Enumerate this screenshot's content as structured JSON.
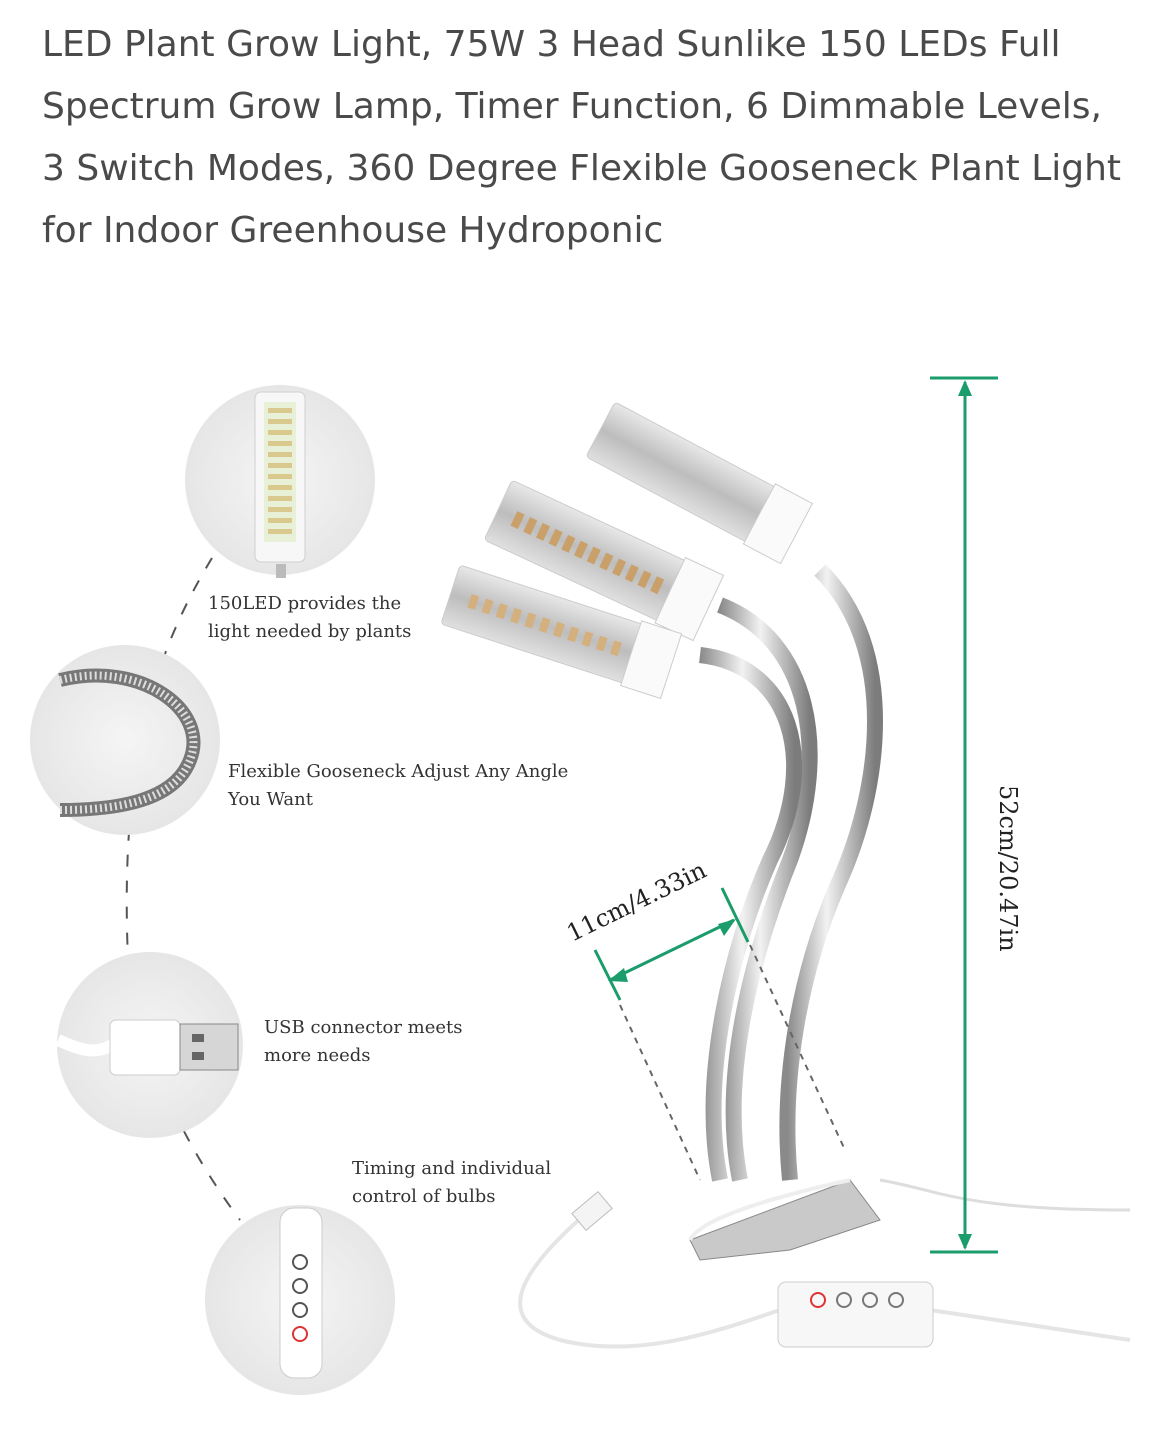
{
  "product": {
    "title": "LED Plant Grow Light, 75W 3 Head Sunlike 150 LEDs Full Spectrum Grow Lamp, Timer Function, 6 Dimmable Levels, 3 Switch Modes, 360 Degree Flexible Gooseneck Plant Light for Indoor Greenhouse Hydroponic"
  },
  "features": [
    {
      "text": "150LED provides the\nlight needed by plants",
      "icon": "led-panel-icon"
    },
    {
      "text": "Flexible Gooseneck Adjust Any Angle\nYou Want",
      "icon": "gooseneck-icon"
    },
    {
      "text": "USB connector meets\nmore needs",
      "icon": "usb-connector-icon"
    },
    {
      "text": "Timing and individual\ncontrol of bulbs",
      "icon": "remote-controller-icon"
    }
  ],
  "dimensions": {
    "height": "52cm/20.47in",
    "width": "11cm/4.33in"
  },
  "colors": {
    "title_text": "#4a4a4a",
    "dimension_line": "#1a9c6b",
    "circle_bg": "#ececec"
  }
}
